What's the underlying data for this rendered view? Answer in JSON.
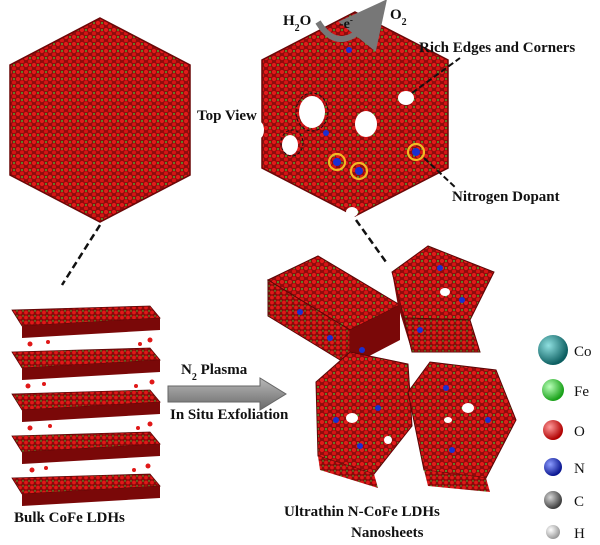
{
  "labels": {
    "top_view": "Top View",
    "rich_edges": "Rich Edges and Corners",
    "nitrogen_dopant": "Nitrogen Dopant",
    "plasma_line1_main": "N",
    "plasma_line1_sub": "2",
    "plasma_line1_rest": " Plasma",
    "plasma_line2": "In Situ Exfoliation",
    "bulk": "Bulk CoFe LDHs",
    "ultrathin_line1": "Ultrathin N-CoFe LDHs",
    "ultrathin_line2": "Nanosheets",
    "reaction_reactant_main": "H",
    "reaction_reactant_sub": "2",
    "reaction_reactant_rest": "O",
    "reaction_electron_main": "-e",
    "reaction_electron_sup": "-",
    "reaction_product_main": "O",
    "reaction_product_sub": "2"
  },
  "legend": [
    {
      "symbol": "Co",
      "color": "#1f8a8c",
      "icon": "co-atom-icon"
    },
    {
      "symbol": "Fe",
      "color": "#35e035",
      "icon": "fe-atom-icon"
    },
    {
      "symbol": "O",
      "color": "#e01010",
      "icon": "o-atom-icon"
    },
    {
      "symbol": "N",
      "color": "#1a2fd0",
      "icon": "n-atom-icon"
    },
    {
      "symbol": "C",
      "color": "#707070",
      "icon": "c-atom-icon"
    },
    {
      "symbol": "H",
      "color": "#e6e6e6",
      "icon": "h-atom-icon"
    }
  ],
  "colors": {
    "lattice_red": "#c81010",
    "lattice_dark": "#7a0808",
    "arrow_gray": "#8c8c8c",
    "dopant_ring": "#f2b824"
  }
}
